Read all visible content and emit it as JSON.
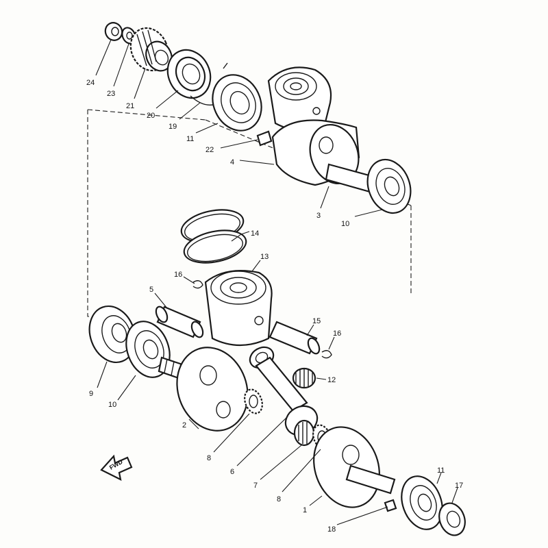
{
  "callouts": {
    "c24": "24",
    "c23": "23",
    "c21": "21",
    "c20": "20",
    "c19": "19",
    "c11a": "11",
    "c22": "22",
    "c4": "4",
    "c3": "3",
    "c10a": "10",
    "c14": "14",
    "c13": "13",
    "c16a": "16",
    "c5": "5",
    "c15": "15",
    "c16b": "16",
    "c12": "12",
    "c9": "9",
    "c10b": "10",
    "c2": "2",
    "c8a": "8",
    "c6": "6",
    "c7": "7",
    "c8b": "8",
    "c1": "1",
    "c11b": "11",
    "c17": "17",
    "c18": "18"
  },
  "fwd_label": "FWD",
  "colors": {
    "ink": "#1a1a1a",
    "paper": "#fdfdfb"
  }
}
